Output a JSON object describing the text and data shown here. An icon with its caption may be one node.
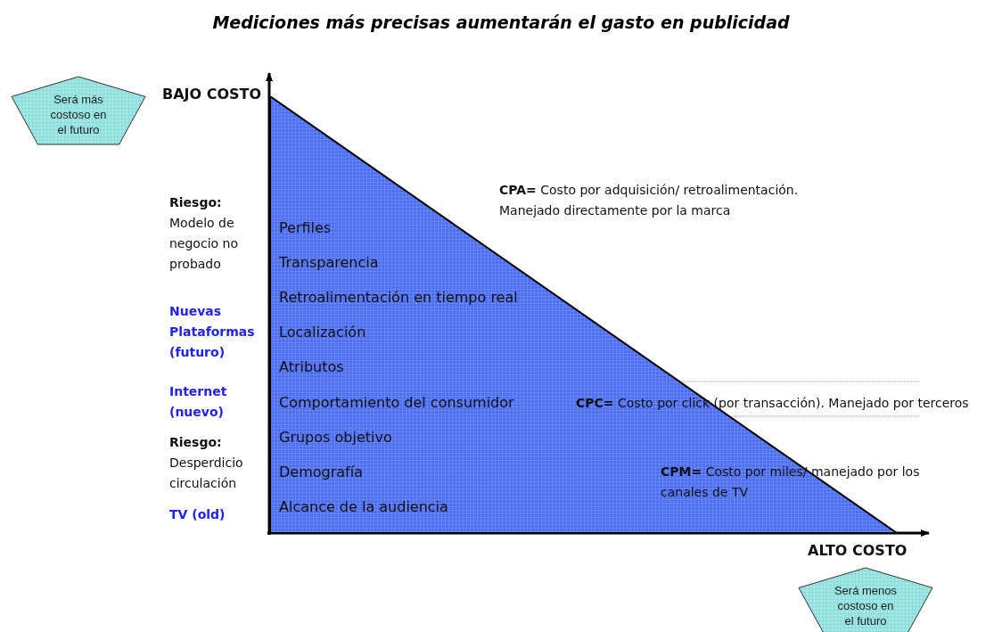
{
  "diagram": {
    "title": "Mediciones más precisas aumentarán el gasto en publicidad",
    "nodes": [
      {
        "text": [
          "Será más costoso en el futuro"
        ]
      },
      {
        "text": [
          "Perfiles",
          "Transparencia",
          "Retroalimentación en tiempo real",
          "Localización",
          "Atributos",
          "Comportamiento del consumidor",
          "Grupos objetivo",
          "Demografía",
          "Alcance de la audiencia"
        ]
      },
      {
        "text": [
          "Será menos costoso en el futuro"
        ]
      }
    ],
    "edges": [],
    "labels": [
      "BAJO COSTO",
      "**CPA=** Costo por adquisición/ retroalimentación. Manejado directamente por la marca",
      "**Riesgo:** Modelo de negocio no probado",
      "Nuevas Plataformas (futuro)",
      "Internet (nuevo)",
      "**CPC=** Costo por click (por transacción). Manejado por terceros",
      "**Riesgo:** Desperdicio circulación",
      "**CPM=** Costo por miles/ manejado por los canales de TV",
      "TV (old)",
      "ALTO COSTO"
    ]
  }
}
